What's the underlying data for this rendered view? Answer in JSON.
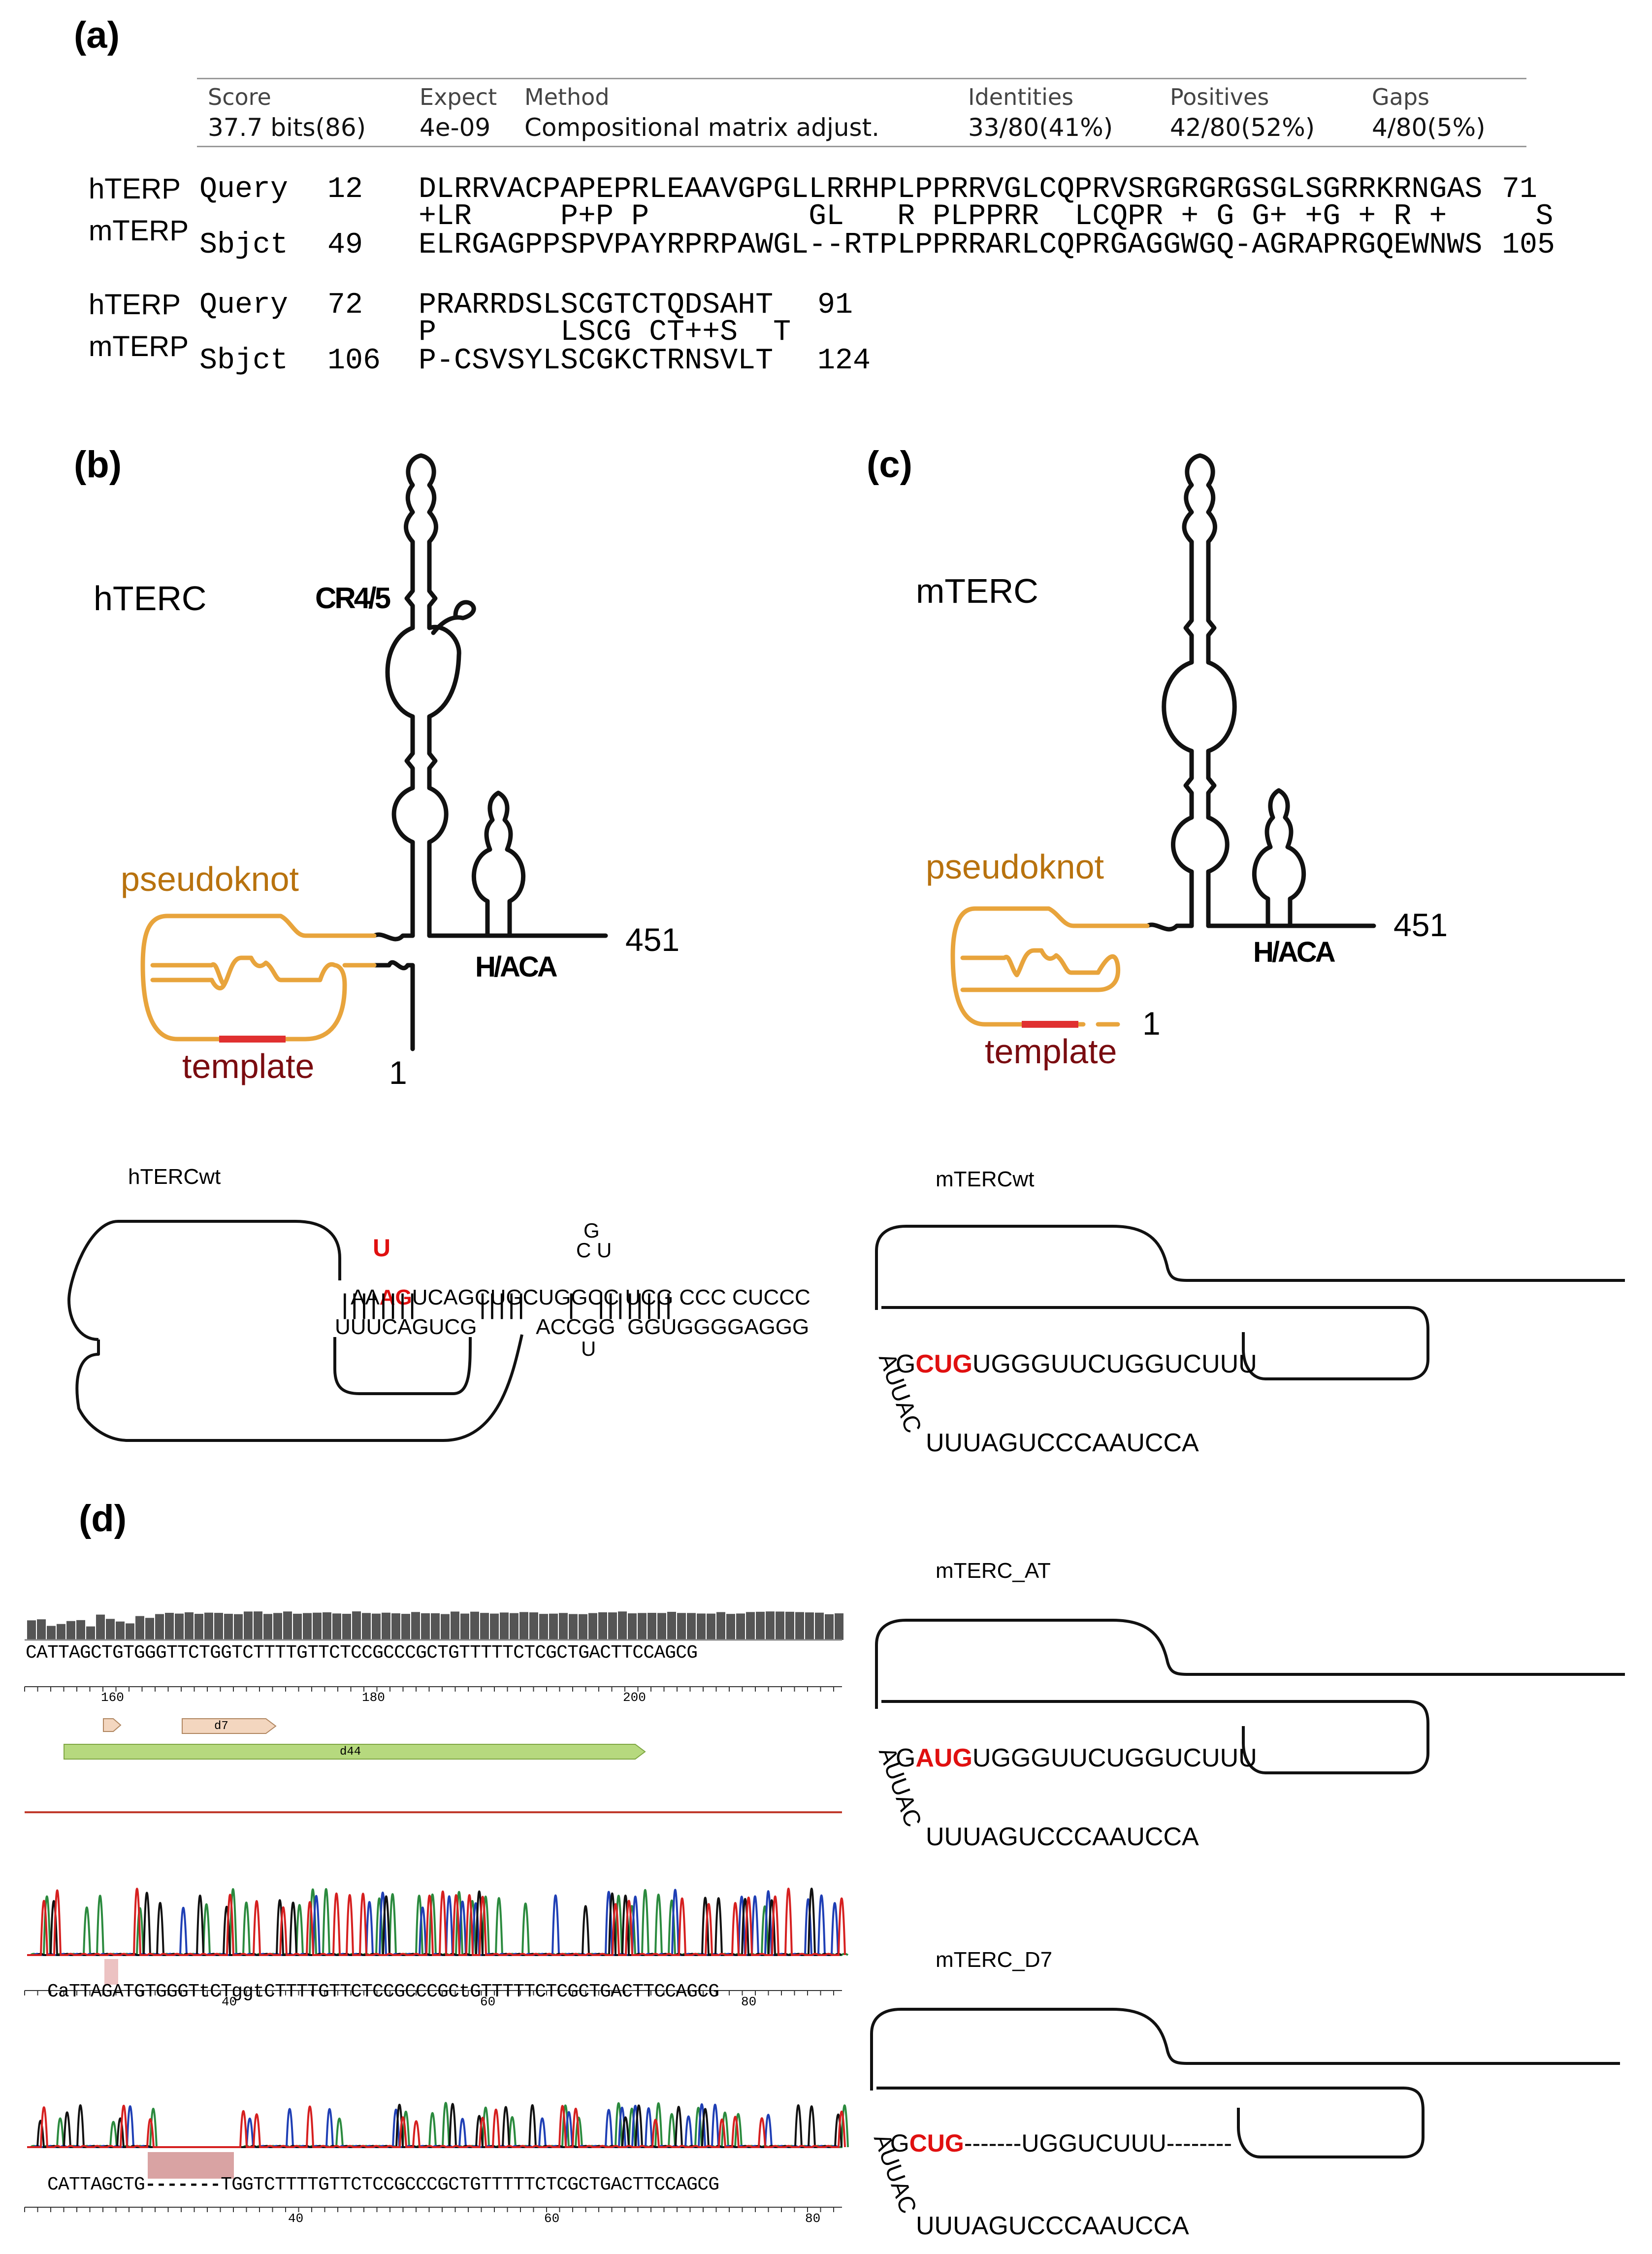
{
  "panels": {
    "a": "(a)",
    "b": "(b)",
    "c": "(c)",
    "d": "(d)"
  },
  "blast": {
    "headers": {
      "score": "Score",
      "expect": "Expect",
      "method": "Method",
      "identities": "Identities",
      "positives": "Positives",
      "gaps": "Gaps"
    },
    "values": {
      "score": "37.7 bits(86)",
      "expect": "4e-09",
      "method": "Compositional matrix adjust.",
      "identities": "33/80(41%)",
      "positives": "42/80(52%)",
      "gaps": "4/80(5%)"
    },
    "block1": {
      "species_top": "hTERP",
      "species_bottom": "mTERP",
      "query_label": "Query",
      "query_start": "12",
      "query_seq": "DLRRVACPAPEPRLEAAVGPGLLRRHPLPPRRVGLCQPRVSRGRGRGSGLSGRRKRNGAS",
      "query_end": "71",
      "match": "+LR     P+P P         GL   R PLPPRR  LCQPR + G G+ +G + R +     S",
      "sbjct_label": "Sbjct",
      "sbjct_start": "49",
      "sbjct_seq": "ELRGAGPPSPVPAYRPRPAWGL--RTPLPPRRARLCQPRGAGGWGQ-AGRAPRGQEWNWS",
      "sbjct_end": "105"
    },
    "block2": {
      "species_top": "hTERP",
      "species_bottom": "mTERP",
      "query_label": "Query",
      "query_start": "72",
      "query_seq": "PRARRDSLSCGTCTQDSAHT",
      "query_end": "91",
      "match": "P       LSCG CT++S  T",
      "sbjct_label": "Sbjct",
      "sbjct_start": "106",
      "sbjct_seq": "P-CSVSYLSCGKCTRNSVLT",
      "sbjct_end": "124"
    }
  },
  "panel_b": {
    "title": "hTERC",
    "cr45": "CR4/5",
    "pseudoknot": "pseudoknot",
    "haca": "H/ACA",
    "end_label": "451",
    "start_label": "1",
    "template": "template"
  },
  "panel_c": {
    "title": "mTERC",
    "pseudoknot": "pseudoknot",
    "haca": "H/ACA",
    "end_label": "451",
    "start_label": "1",
    "template": "template"
  },
  "htercwt": {
    "title": "hTERCwt",
    "top_pre": "AA",
    "top_red": "AG",
    "top_post": "UCAGCUGCUGGCC UCG CCC CUCCC",
    "mut": "U",
    "loop_g": "G",
    "loop_cu": "C U",
    "bars": "||||||||      |||||    |  ||||||||",
    "bottom": "UUUCAGUCG          ACCGG  GGUGGGGAGGG",
    "bulge_u": "U"
  },
  "mtercwt": {
    "title": "mTERCwt",
    "g": "G",
    "red": "CUG",
    "seq": "UGGGUUCUGGUCUUU",
    "vert": "AUUAC",
    "tail": "UUUAGUCCCAAUCCA"
  },
  "mterc_at": {
    "title": "mTERC_AT",
    "g": "G",
    "red": "AUG",
    "seq": "UGGGUUCUGGUCUUU",
    "vert": "AUUAC",
    "tail": "UUUAGUCCCAAUCCA"
  },
  "mterc_d7": {
    "title": "mTERC_D7",
    "g": "G",
    "red": "CUG",
    "seq": "-------UGGUCUUU--------",
    "vert": "AUUAC",
    "tail": "UUUAGUCCCAAUCCA"
  },
  "seq_ref": {
    "sequence": "CATTAGCTGTGGGTTCTGGTCTTTTGTTCTCCGCCCGCTGTTTTTCTCGCTGACTTCCAGCG",
    "ticks": [
      "160",
      "180",
      "200"
    ],
    "feature_d7": "d7",
    "feature_d44": "d44"
  },
  "trace1": {
    "seq_pre": "CaTTAG",
    "seq_hl": "A",
    "seq_post": "TGTGGGTtCTggtCTTTTGTTCTCCGCCCGCtGTTTTTCTCGCTGACTTCCAGCG",
    "ticks": [
      "40",
      "60",
      "80"
    ]
  },
  "trace2": {
    "seq_pre": "CATTAGCTG",
    "seq_hl": "-------",
    "seq_post": "TGGTCTTTTGTTCTCCGCCCGCTGTTTTTCTCGCTGACTTCCAGCG",
    "ticks": [
      "40",
      "60",
      "80"
    ]
  },
  "colors": {
    "pseudoknot": "#e8a43c",
    "template": "#e03030",
    "template_text": "#7a0c10",
    "accent_red": "#e01010",
    "feature_d7": "#f3d6bf",
    "feature_d44": "#b6d97e",
    "trace_line": "#c0392b"
  }
}
